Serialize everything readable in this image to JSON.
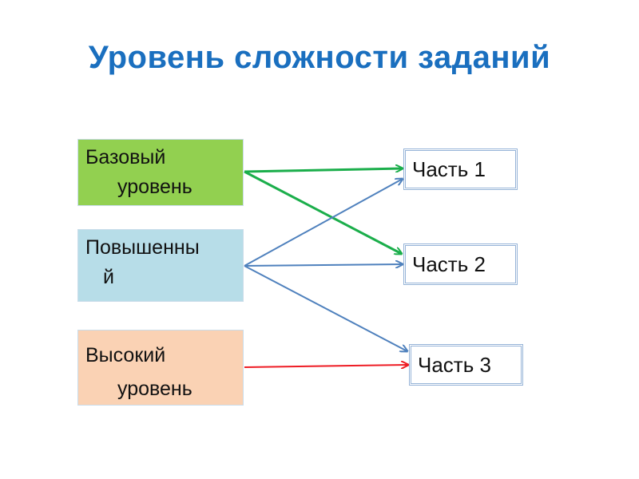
{
  "title": "Уровень сложности заданий",
  "levels": [
    {
      "line1": "Базовый",
      "line2": "уровень",
      "color": "#92D050"
    },
    {
      "line1": "Повышенны",
      "line2": "й",
      "color": "#B7DDE8"
    },
    {
      "line1": "Высокий",
      "line2": "уровень",
      "color": "#FAD2B4"
    }
  ],
  "parts": [
    "Часть 1",
    "Часть 2",
    "Часть 3"
  ],
  "links": [
    {
      "from": "Базовый уровень",
      "to": "Часть 1",
      "color": "#1BAE4B"
    },
    {
      "from": "Базовый уровень",
      "to": "Часть 2",
      "color": "#1BAE4B"
    },
    {
      "from": "Повышенный",
      "to": "Часть 1",
      "color": "#4F81BD"
    },
    {
      "from": "Повышенный",
      "to": "Часть 2",
      "color": "#4F81BD"
    },
    {
      "from": "Повышенный",
      "to": "Часть 3",
      "color": "#4F81BD"
    },
    {
      "from": "Высокий уровень",
      "to": "Часть 3",
      "color": "#EE1C24"
    }
  ]
}
